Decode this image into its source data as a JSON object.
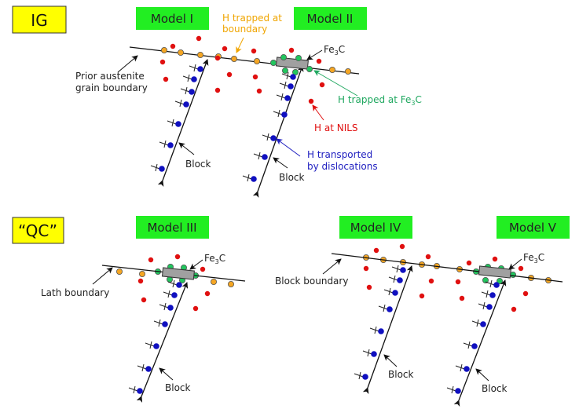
{
  "categories": [
    {
      "id": "ig",
      "label": "IG"
    },
    {
      "id": "qc",
      "label": "“QC”"
    }
  ],
  "models": [
    {
      "id": "m1",
      "label": "Model I"
    },
    {
      "id": "m2",
      "label": "Model II"
    },
    {
      "id": "m3",
      "label": "Model III"
    },
    {
      "id": "m4",
      "label": "Model IV"
    },
    {
      "id": "m5",
      "label": "Model V"
    }
  ],
  "labels": {
    "prior_austenite_1": "Prior austenite",
    "prior_austenite_2": "grain boundary",
    "h_trapped_boundary_1": "H trapped at",
    "h_trapped_boundary_2": "boundary",
    "fe3c_main": "Fe",
    "fe3c_sub": "3",
    "fe3c_tail": "C",
    "h_trapped_fe3c": "H trapped at Fe",
    "h_at_nils": "H at NILS",
    "h_transported_1": "H transported",
    "h_transported_2": "by dislocations",
    "block": "Block",
    "lath_boundary": "Lath boundary",
    "block_boundary": "Block boundary"
  },
  "colors": {
    "category_bg": "#ffff00",
    "model_bg": "#22ee22",
    "h_boundary": "#f5a623",
    "h_fe3c": "#22c55e",
    "h_nils": "#e01010",
    "h_dislocation": "#1010c0",
    "fe3c_fill": "#a0a0a0",
    "boundary_text": "#f0a500",
    "fe3c_text": "#20a860",
    "nils_text": "#e01010",
    "disloc_text": "#2020c0"
  },
  "legend_items": [
    {
      "name": "H trapped at boundary",
      "color": "#f5a623"
    },
    {
      "name": "H trapped at Fe3C",
      "color": "#22c55e"
    },
    {
      "name": "H at NILS",
      "color": "#e01010"
    },
    {
      "name": "H transported by dislocations",
      "color": "#1010c0"
    }
  ]
}
